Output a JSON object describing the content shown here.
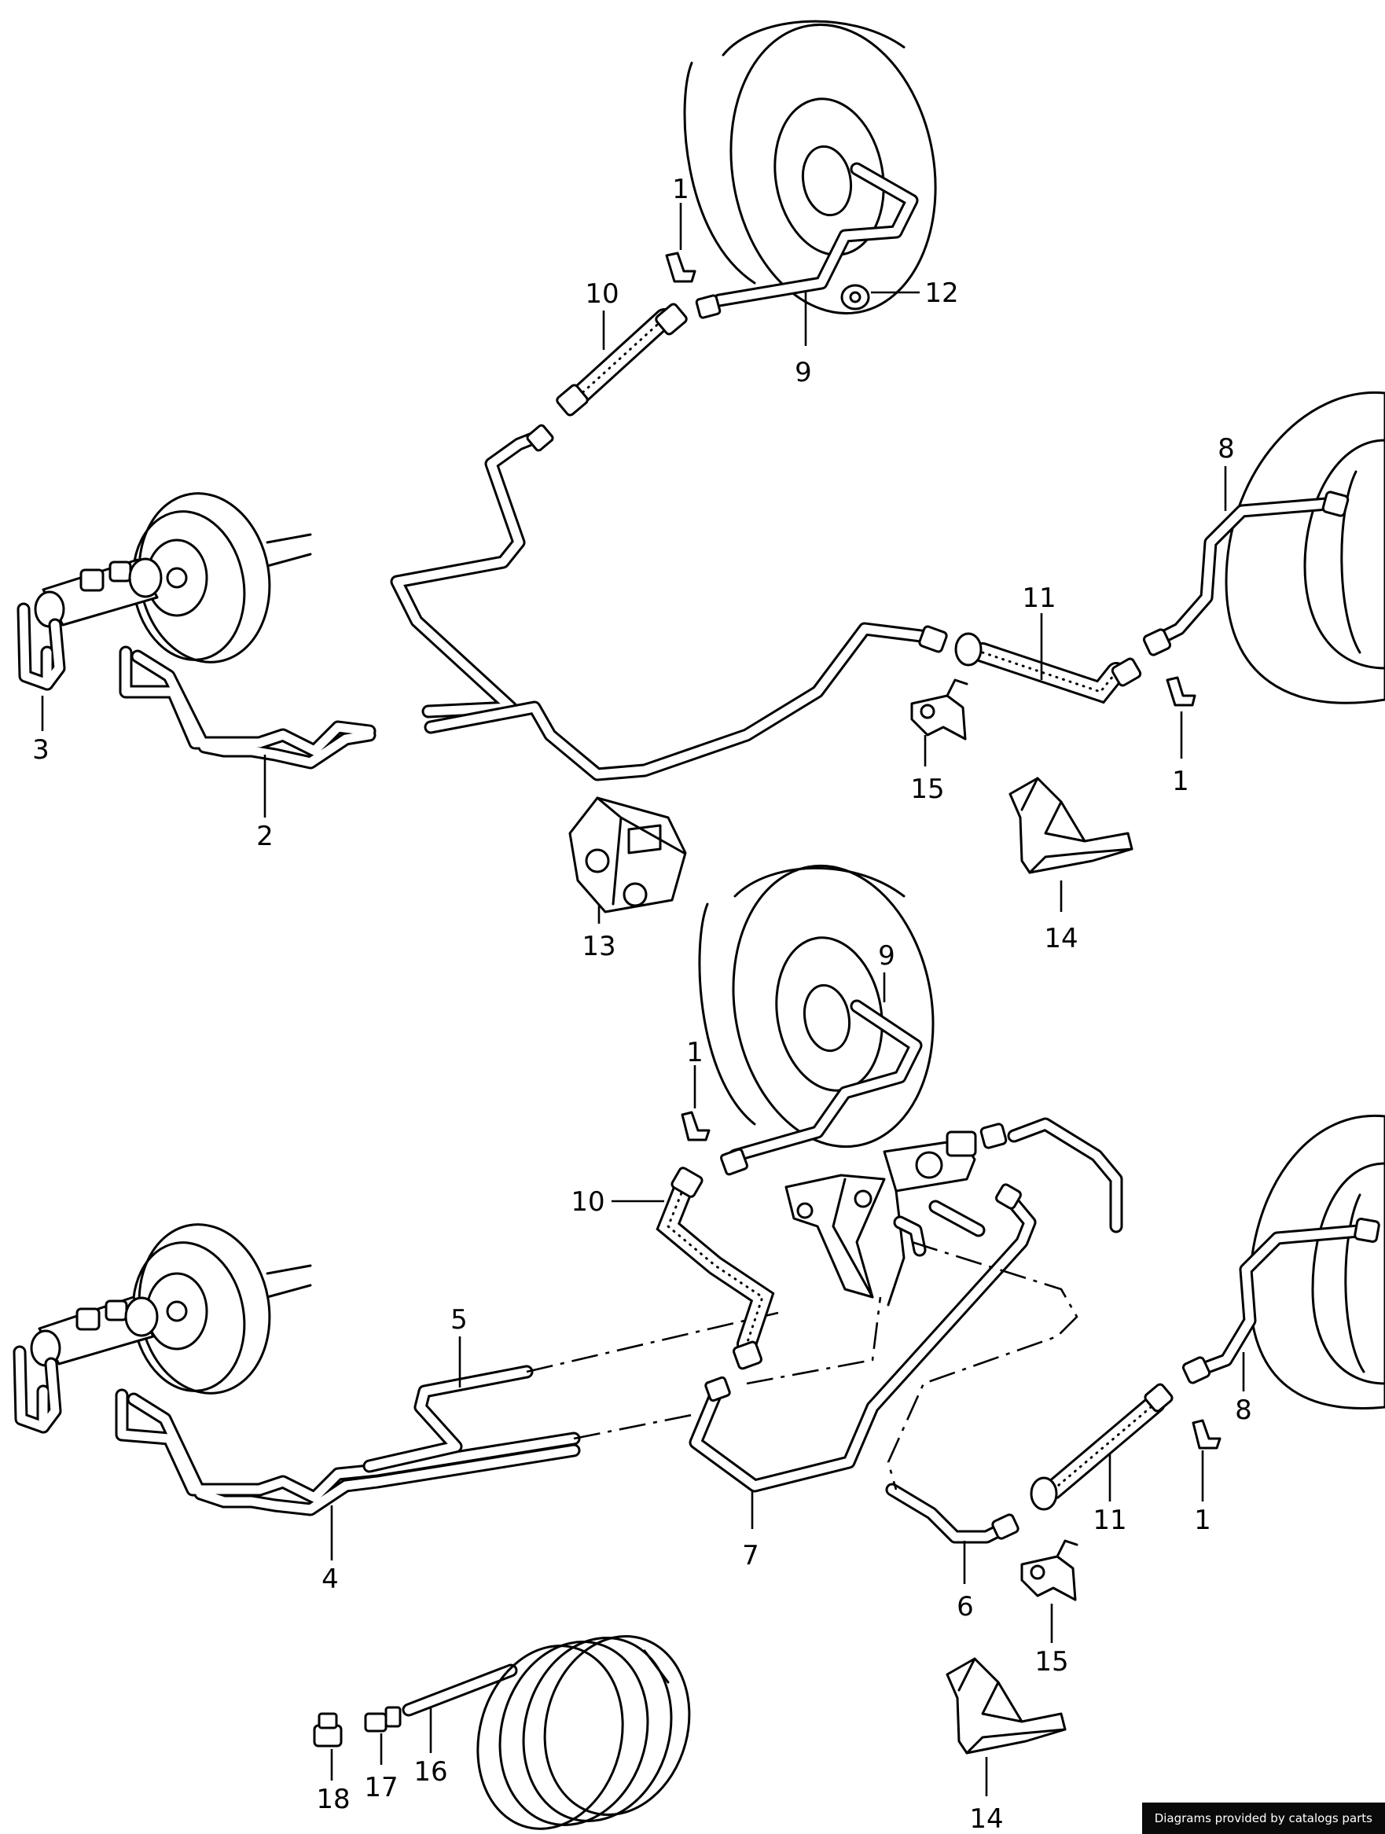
{
  "diagram": {
    "upper_view": {
      "callouts": [
        {
          "id": "u1a",
          "label": "1"
        },
        {
          "id": "u10",
          "label": "10"
        },
        {
          "id": "u12",
          "label": "12"
        },
        {
          "id": "u9",
          "label": "9"
        },
        {
          "id": "u8",
          "label": "8"
        },
        {
          "id": "u11",
          "label": "11"
        },
        {
          "id": "u3",
          "label": "3"
        },
        {
          "id": "u2",
          "label": "2"
        },
        {
          "id": "u15",
          "label": "15"
        },
        {
          "id": "u1b",
          "label": "1"
        },
        {
          "id": "u13",
          "label": "13"
        },
        {
          "id": "u14",
          "label": "14"
        }
      ]
    },
    "lower_view": {
      "callouts": [
        {
          "id": "l9",
          "label": "9"
        },
        {
          "id": "l1a",
          "label": "1"
        },
        {
          "id": "l10",
          "label": "10"
        },
        {
          "id": "l5",
          "label": "5"
        },
        {
          "id": "l8",
          "label": "8"
        },
        {
          "id": "l11",
          "label": "11"
        },
        {
          "id": "l1b",
          "label": "1"
        },
        {
          "id": "l4",
          "label": "4"
        },
        {
          "id": "l7",
          "label": "7"
        },
        {
          "id": "l6",
          "label": "6"
        },
        {
          "id": "l15",
          "label": "15"
        },
        {
          "id": "l18",
          "label": "18"
        },
        {
          "id": "l17",
          "label": "17"
        },
        {
          "id": "l16",
          "label": "16"
        },
        {
          "id": "l14",
          "label": "14"
        }
      ]
    }
  },
  "footer": {
    "credit": "Diagrams provided by catalogs parts"
  }
}
